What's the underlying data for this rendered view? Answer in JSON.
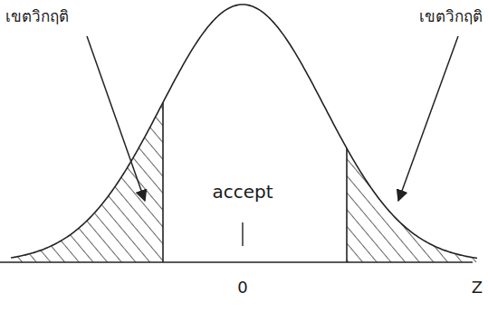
{
  "diagram": {
    "labels": [
      "เขตวิกฤติ",
      "เขตวิกฤติ",
      "accept",
      "0",
      "Z"
    ]
  }
}
